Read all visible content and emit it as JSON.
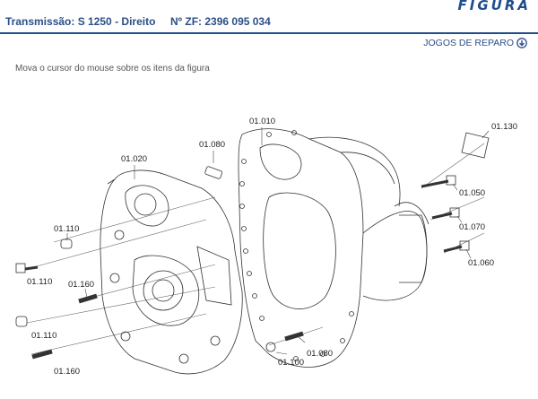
{
  "header": {
    "brand": "FIGURA",
    "transmission_label": "Transmissão: S 1250 - Direito",
    "zf_label": "Nº ZF: 2396 095 034",
    "repair_kits_link": "JOGOS DE REPARO"
  },
  "instructions": "Mova o cursor do mouse sobre os itens da figura",
  "colors": {
    "accent": "#1f4e8c",
    "text": "#2b4f87",
    "line": "#333333"
  },
  "callouts": {
    "c01010": "01.010",
    "c01020": "01.020",
    "c01080a": "01.080",
    "c01080b": "01.080",
    "c01130": "01.130",
    "c01050": "01.050",
    "c01070": "01.070",
    "c01060": "01.060",
    "c01110a": "01.110",
    "c01110b": "01.110",
    "c01110c": "01.110",
    "c01160a": "01.160",
    "c01160b": "01.160",
    "c01100": "01.100"
  }
}
